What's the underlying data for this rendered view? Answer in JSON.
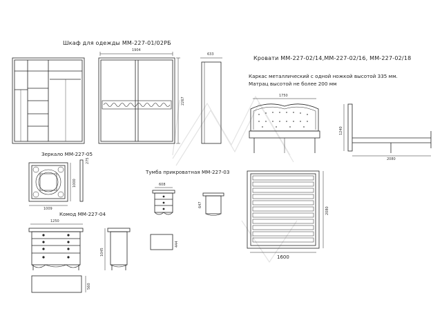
{
  "wardrobe": {
    "title": "Шкаф для одежды ММ-227-01/02РБ",
    "width_dim": "1904",
    "height_dim": "2267",
    "depth_dim": "633"
  },
  "mirror": {
    "title": "Зеркало ММ-227-05",
    "width_dim": "1009",
    "height_dim": "1000",
    "depth_dim": "275"
  },
  "dresser": {
    "title": "Комод ММ-227-04",
    "width_dim": "1250",
    "height_dim": "1045",
    "depth_dim": "560"
  },
  "nightstand": {
    "title": "Тумба прикроватная ММ-227-03",
    "width_dim": "608",
    "height_dim": "647",
    "depth_dim": "444"
  },
  "bed": {
    "title": "Кровати ММ-227-02/14,ММ-227-02/16, ММ-227-02/18",
    "note_line1": "Каркас металлический с одной ножкой высотой 335 мм.",
    "note_line2": "Матрац высотой не более 200 мм",
    "headboard_width_dim": "1750",
    "side_height_dim": "1240",
    "side_length_dim": "2080",
    "plan_length_dim": "2080",
    "plan_width_dim": "1600"
  }
}
